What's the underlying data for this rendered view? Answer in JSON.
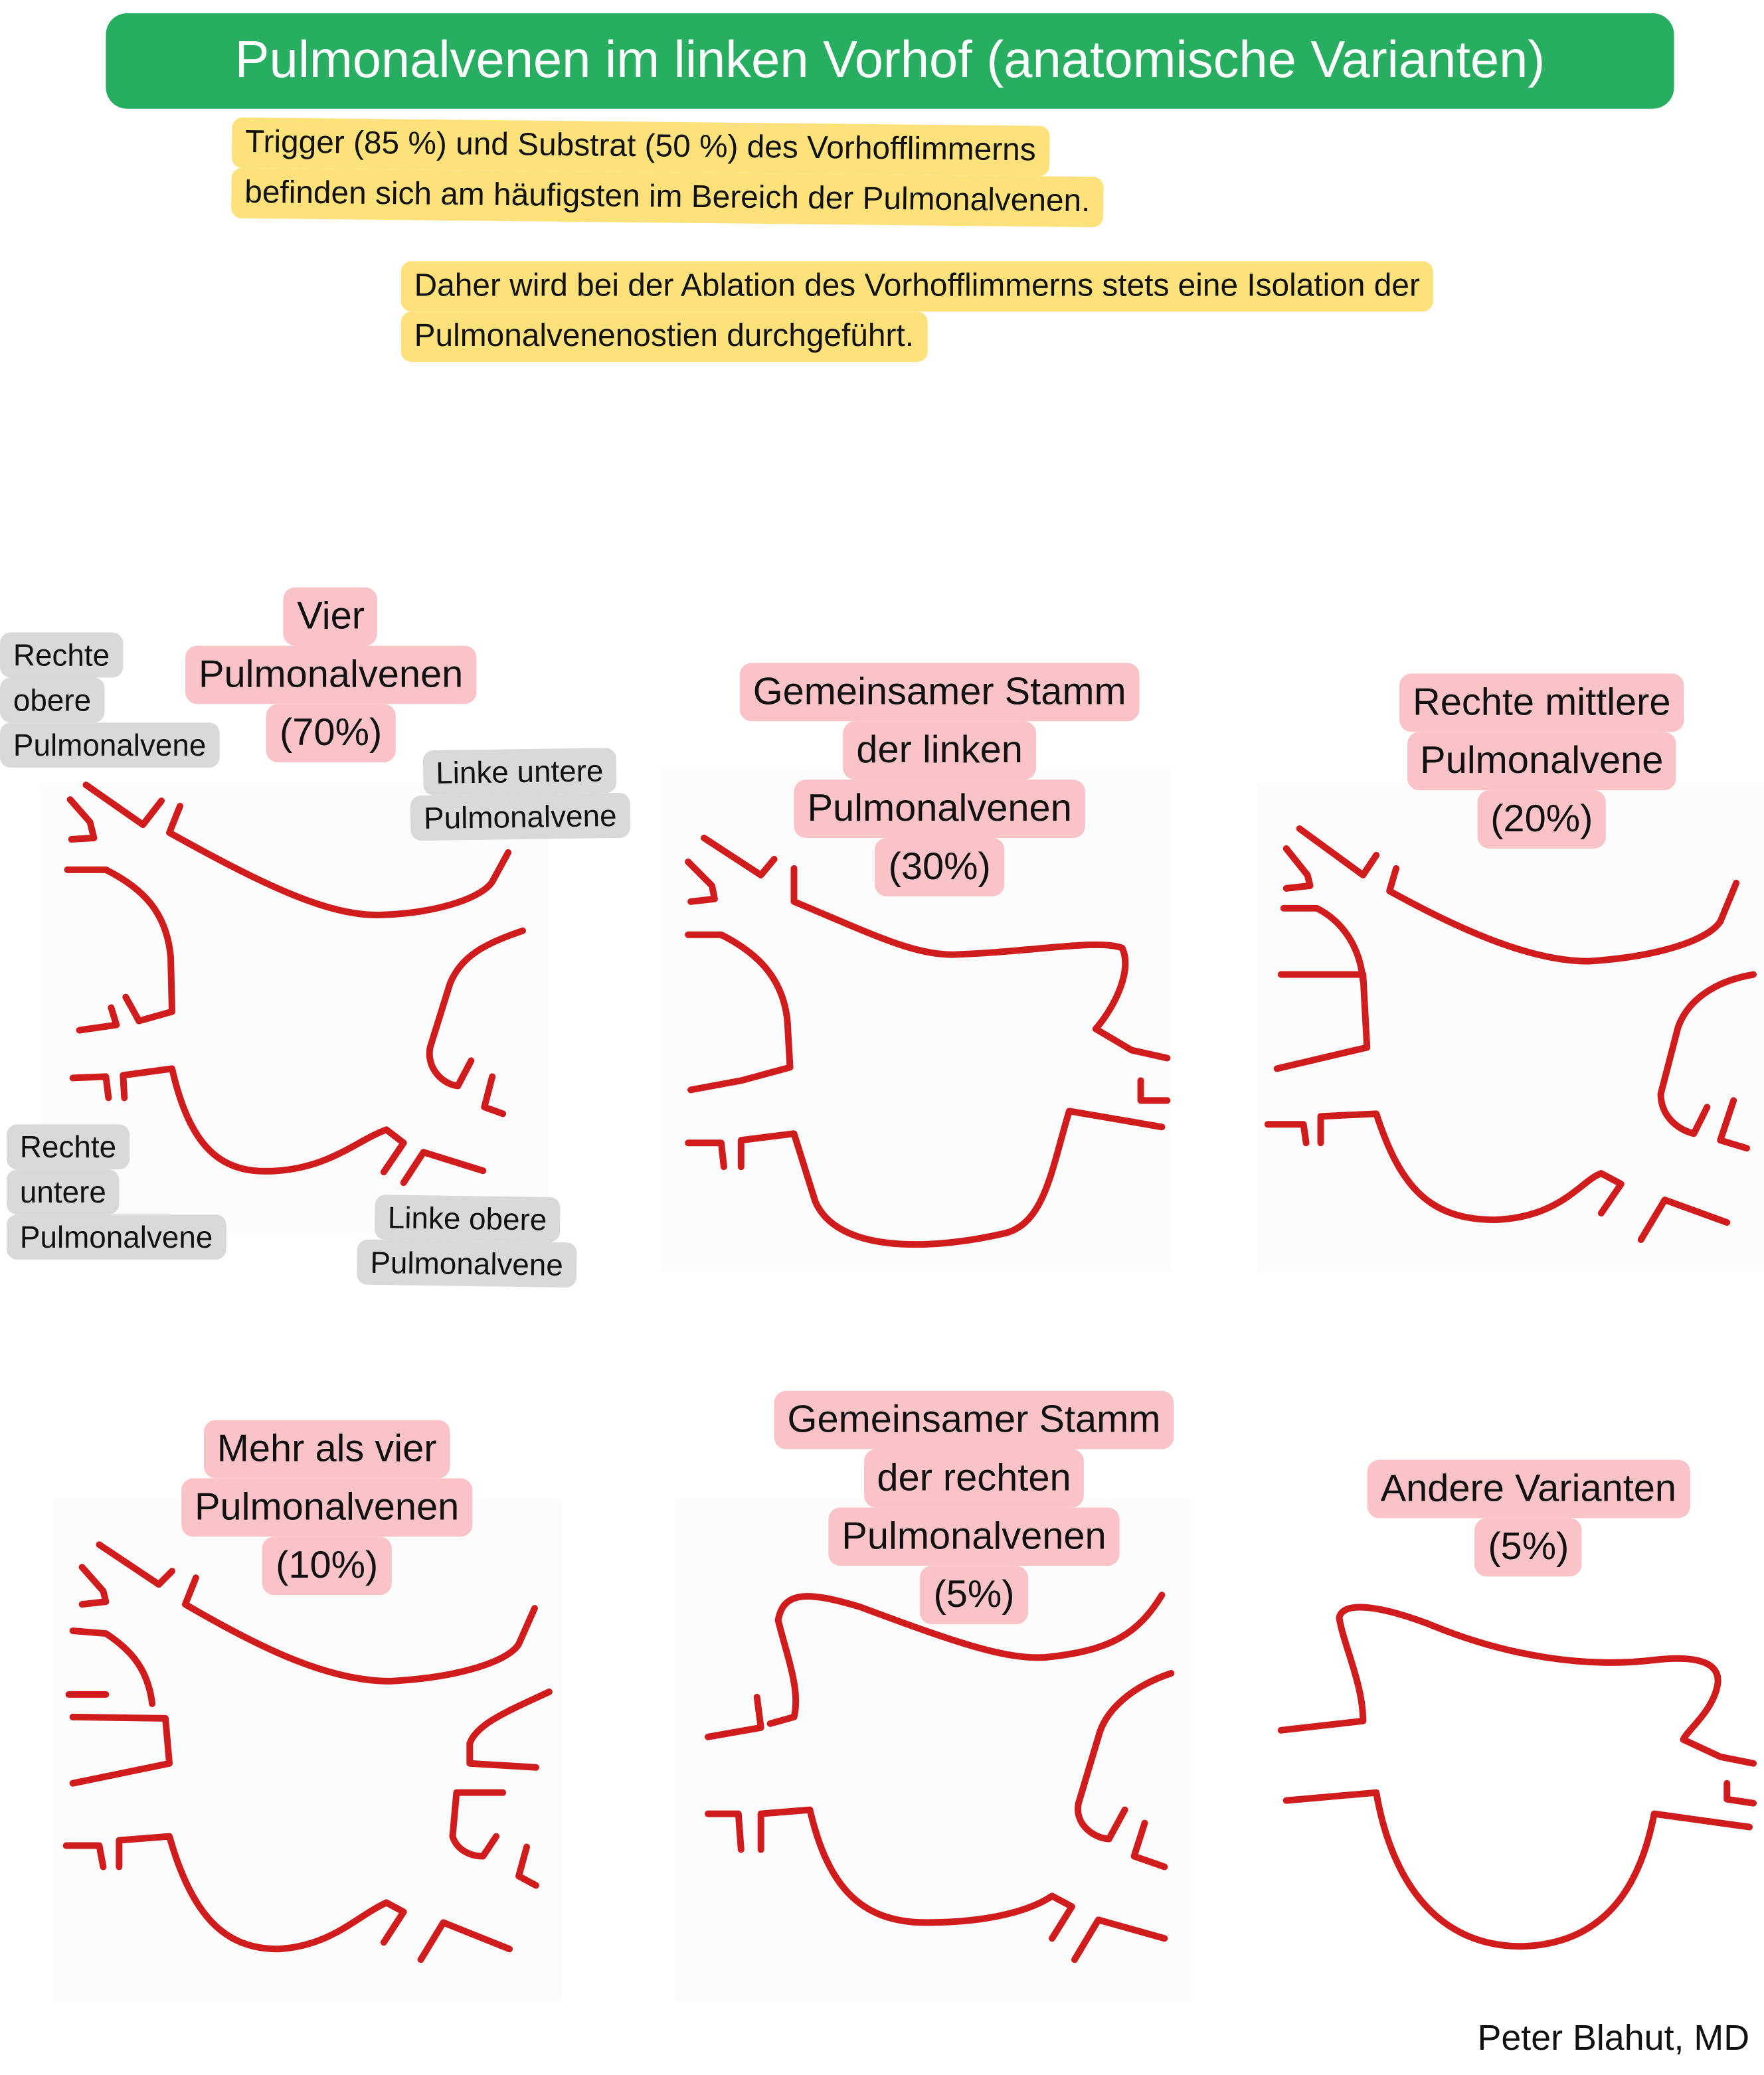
{
  "title": "Pulmonalvenen im linken Vorhof (anatomische Varianten)",
  "notes": [
    {
      "lines": [
        "Trigger (85 %) und Substrat (50 %) des Vorhofflimmerns",
        "befinden sich am häufigsten im Bereich der Pulmonalvenen."
      ]
    },
    {
      "lines": [
        "Daher wird bei der Ablation des Vorhofflimmerns stets eine Isolation der",
        "Pulmonalvenenostien durchgeführt."
      ]
    }
  ],
  "panels": [
    {
      "lines": [
        "Vier",
        "Pulmonalvenen",
        "(70%)"
      ]
    },
    {
      "lines": [
        "Gemeinsamer Stamm",
        "der linken",
        "Pulmonalvenen",
        "(30%)"
      ]
    },
    {
      "lines": [
        "Rechte mittlere",
        "Pulmonalvene",
        "(20%)"
      ]
    },
    {
      "lines": [
        "Mehr als vier",
        "Pulmonalvenen",
        "(10%)"
      ]
    },
    {
      "lines": [
        "Gemeinsamer Stamm",
        "der rechten",
        "Pulmonalvenen",
        "(5%)"
      ]
    },
    {
      "lines": [
        "Andere Varianten",
        "(5%)"
      ]
    }
  ],
  "vein_labels": [
    {
      "lines": [
        "Rechte",
        "obere",
        "Pulmonalvene"
      ]
    },
    {
      "lines": [
        "Linke untere",
        "Pulmonalvene"
      ]
    },
    {
      "lines": [
        "Rechte",
        "untere",
        "Pulmonalvene"
      ]
    },
    {
      "lines": [
        "Linke obere",
        "Pulmonalvene"
      ]
    }
  ],
  "author": "Peter Blahut, MD",
  "colors": {
    "title_bg": "#27ae60",
    "note_bg": "#fde27c",
    "panel_label_bg": "#f9c3c8",
    "vein_label_bg": "#d9d9d9",
    "vein_stroke": "#d01c1c"
  }
}
